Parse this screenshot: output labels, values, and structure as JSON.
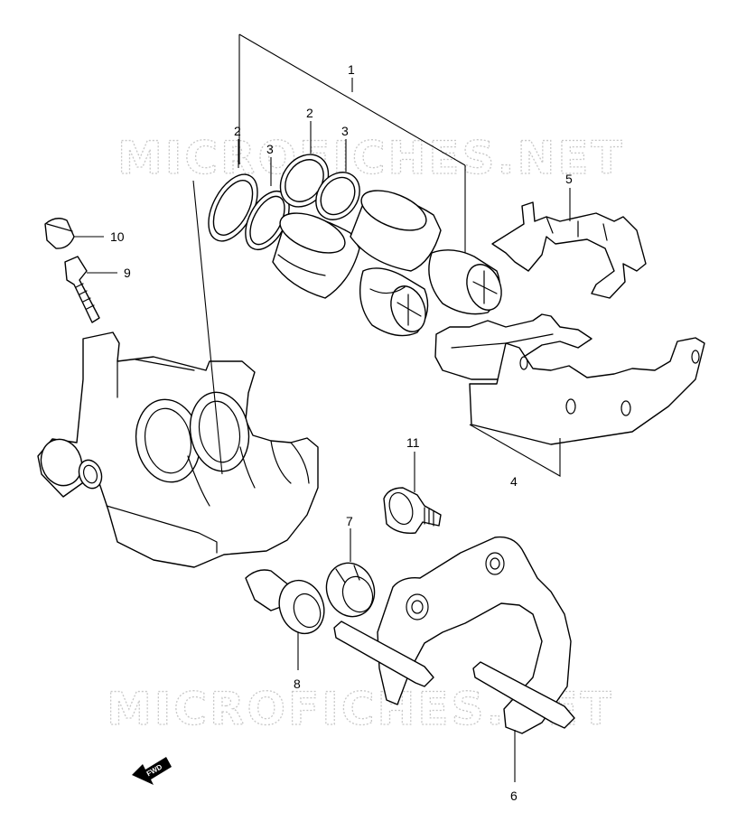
{
  "watermark": "MICROFICHES.NET",
  "direction_label": "FWD",
  "callouts": {
    "c1": "1",
    "c2a": "2",
    "c2b": "2",
    "c3a": "3",
    "c3b": "3",
    "c4": "4",
    "c5": "5",
    "c6": "6",
    "c7": "7",
    "c8": "8",
    "c9": "9",
    "c10": "10",
    "c11": "11"
  },
  "colors": {
    "line": "#000000",
    "watermark": "#c8c8c8",
    "background": "#ffffff"
  }
}
